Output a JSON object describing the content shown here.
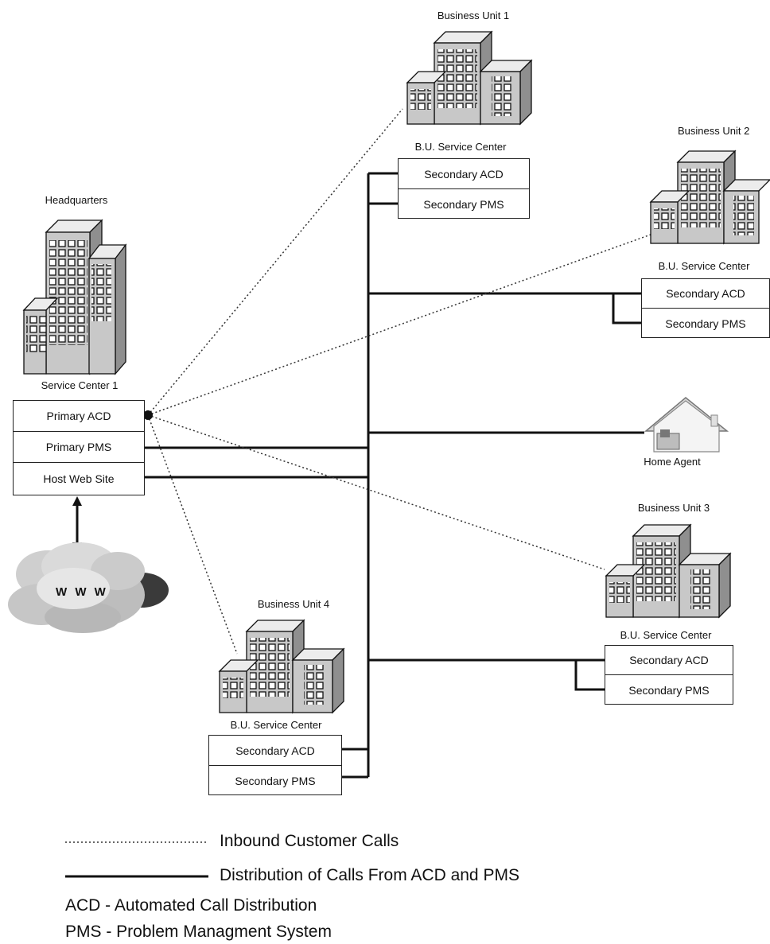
{
  "headquarters": {
    "title": "Headquarters",
    "service_center": "Service Center 1",
    "rows": [
      "Primary ACD",
      "Primary PMS",
      "Host Web Site"
    ]
  },
  "cloud": {
    "label": "W W W"
  },
  "units": [
    {
      "title": "Business Unit 1",
      "service_center": "B.U. Service Center",
      "rows": [
        "Secondary ACD",
        "Secondary PMS"
      ]
    },
    {
      "title": "Business Unit 2",
      "service_center": "B.U. Service Center",
      "rows": [
        "Secondary ACD",
        "Secondary PMS"
      ]
    },
    {
      "title": "Business Unit 3",
      "service_center": "B.U. Service Center",
      "rows": [
        "Secondary ACD",
        "Secondary PMS"
      ]
    },
    {
      "title": "Business Unit 4",
      "service_center": "B.U. Service Center",
      "rows": [
        "Secondary ACD",
        "Secondary PMS"
      ]
    }
  ],
  "home_agent": {
    "label": "Home Agent"
  },
  "legend": {
    "dotted": "Inbound Customer Calls",
    "solid": "Distribution of Calls From ACD and PMS",
    "acd": "ACD - Automated Call Distribution",
    "pms": "PMS - Problem Managment System"
  }
}
